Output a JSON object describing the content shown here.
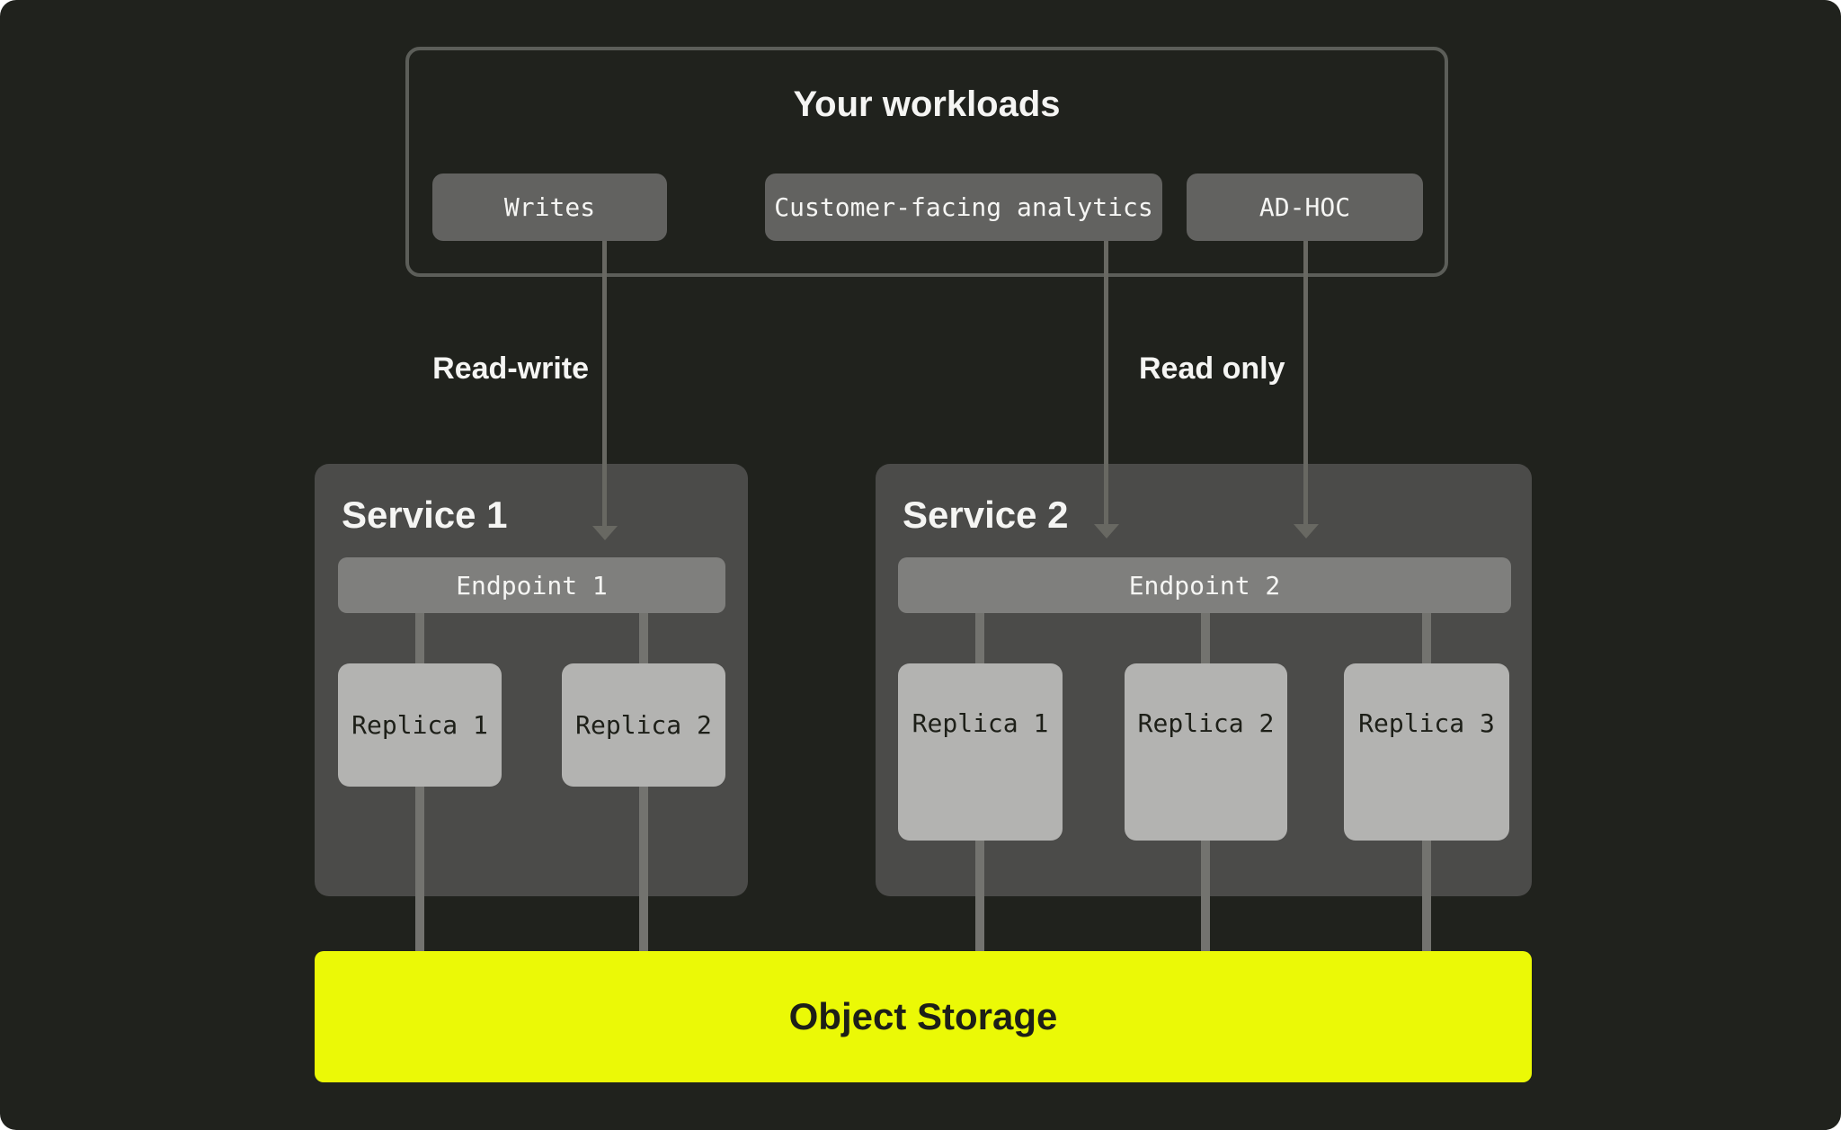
{
  "workloads": {
    "title": "Your workloads",
    "buttons": [
      {
        "label": "Writes"
      },
      {
        "label": "Customer-facing analytics"
      },
      {
        "label": "AD-HOC"
      }
    ]
  },
  "flows": {
    "read_write_label": "Read-write",
    "read_only_label": "Read only"
  },
  "services": [
    {
      "title": "Service 1",
      "endpoint": "Endpoint 1",
      "replicas": [
        "Replica 1",
        "Replica 2"
      ]
    },
    {
      "title": "Service 2",
      "endpoint": "Endpoint 2",
      "replicas": [
        "Replica 1",
        "Replica 2",
        "Replica 3"
      ]
    }
  ],
  "storage": {
    "label": "Object Storage"
  },
  "colors": {
    "bg": "#20221d",
    "panel-border": "#5c5e59",
    "button-bg": "#626260",
    "service-bg": "#4b4b49",
    "endpoint-bg": "#7f7f7d",
    "replica-bg": "#b3b3b1",
    "connector": "#73736f",
    "arrow": "#686862",
    "storage-bg": "#ebf906",
    "text-light": "#f5f5f3",
    "text-dark": "#1d1f18"
  }
}
